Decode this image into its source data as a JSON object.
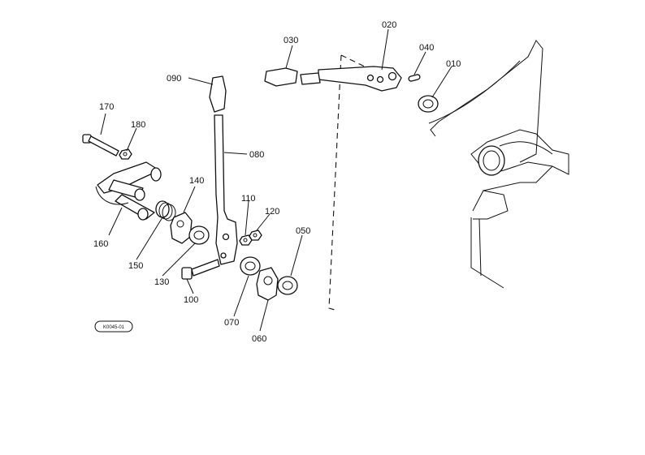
{
  "labels": {
    "p010": "010",
    "p020": "020",
    "p030": "030",
    "p040": "040",
    "p050": "050",
    "p060": "060",
    "p070": "070",
    "p080": "080",
    "p090": "090",
    "p100": "100",
    "p110": "110",
    "p120": "120",
    "p130": "130",
    "p140": "140",
    "p150": "150",
    "p160": "160",
    "p170": "170",
    "p180": "180"
  },
  "diagram_ref": "K0045-01"
}
